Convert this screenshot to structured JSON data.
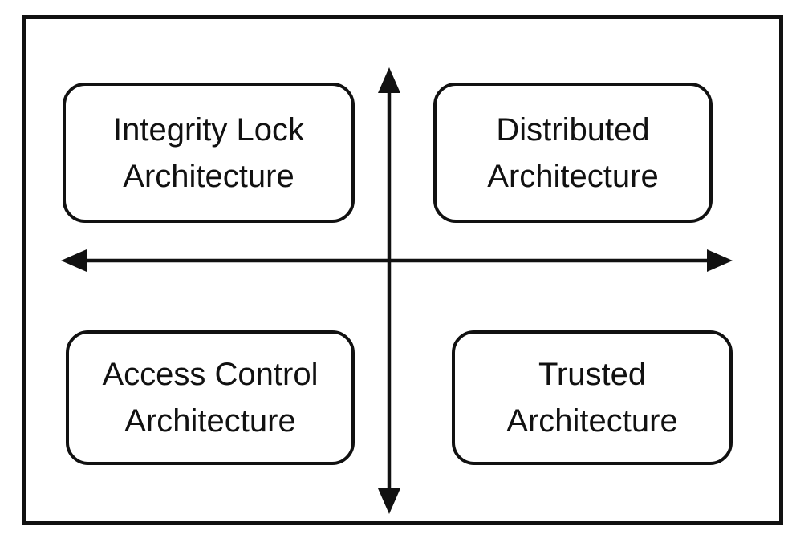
{
  "diagram": {
    "type": "quadrant-diagram",
    "nodes": [
      {
        "id": "top-left",
        "line1": "Integrity Lock",
        "line2": "Architecture"
      },
      {
        "id": "top-right",
        "line1": "Distributed",
        "line2": "Architecture"
      },
      {
        "id": "bottom-left",
        "line1": "Access Control",
        "line2": "Architecture"
      },
      {
        "id": "bottom-right",
        "line1": "Trusted",
        "line2": "Architecture"
      }
    ],
    "axes": {
      "vertical": "double-headed-arrow",
      "horizontal": "double-headed-arrow"
    },
    "theme": {
      "stroke": "#111111",
      "background": "#ffffff",
      "text": "#111111"
    }
  }
}
